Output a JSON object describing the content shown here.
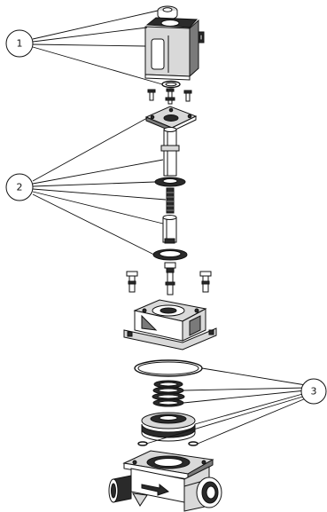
{
  "callouts": [
    {
      "label": "1"
    },
    {
      "label": "2"
    },
    {
      "label": "3"
    }
  ],
  "colors": {
    "line": "#111111",
    "fill_light": "#d9d9d9",
    "fill_mid": "#7a7a7a",
    "fill_dark": "#2a2a2a",
    "background": "#ffffff"
  }
}
